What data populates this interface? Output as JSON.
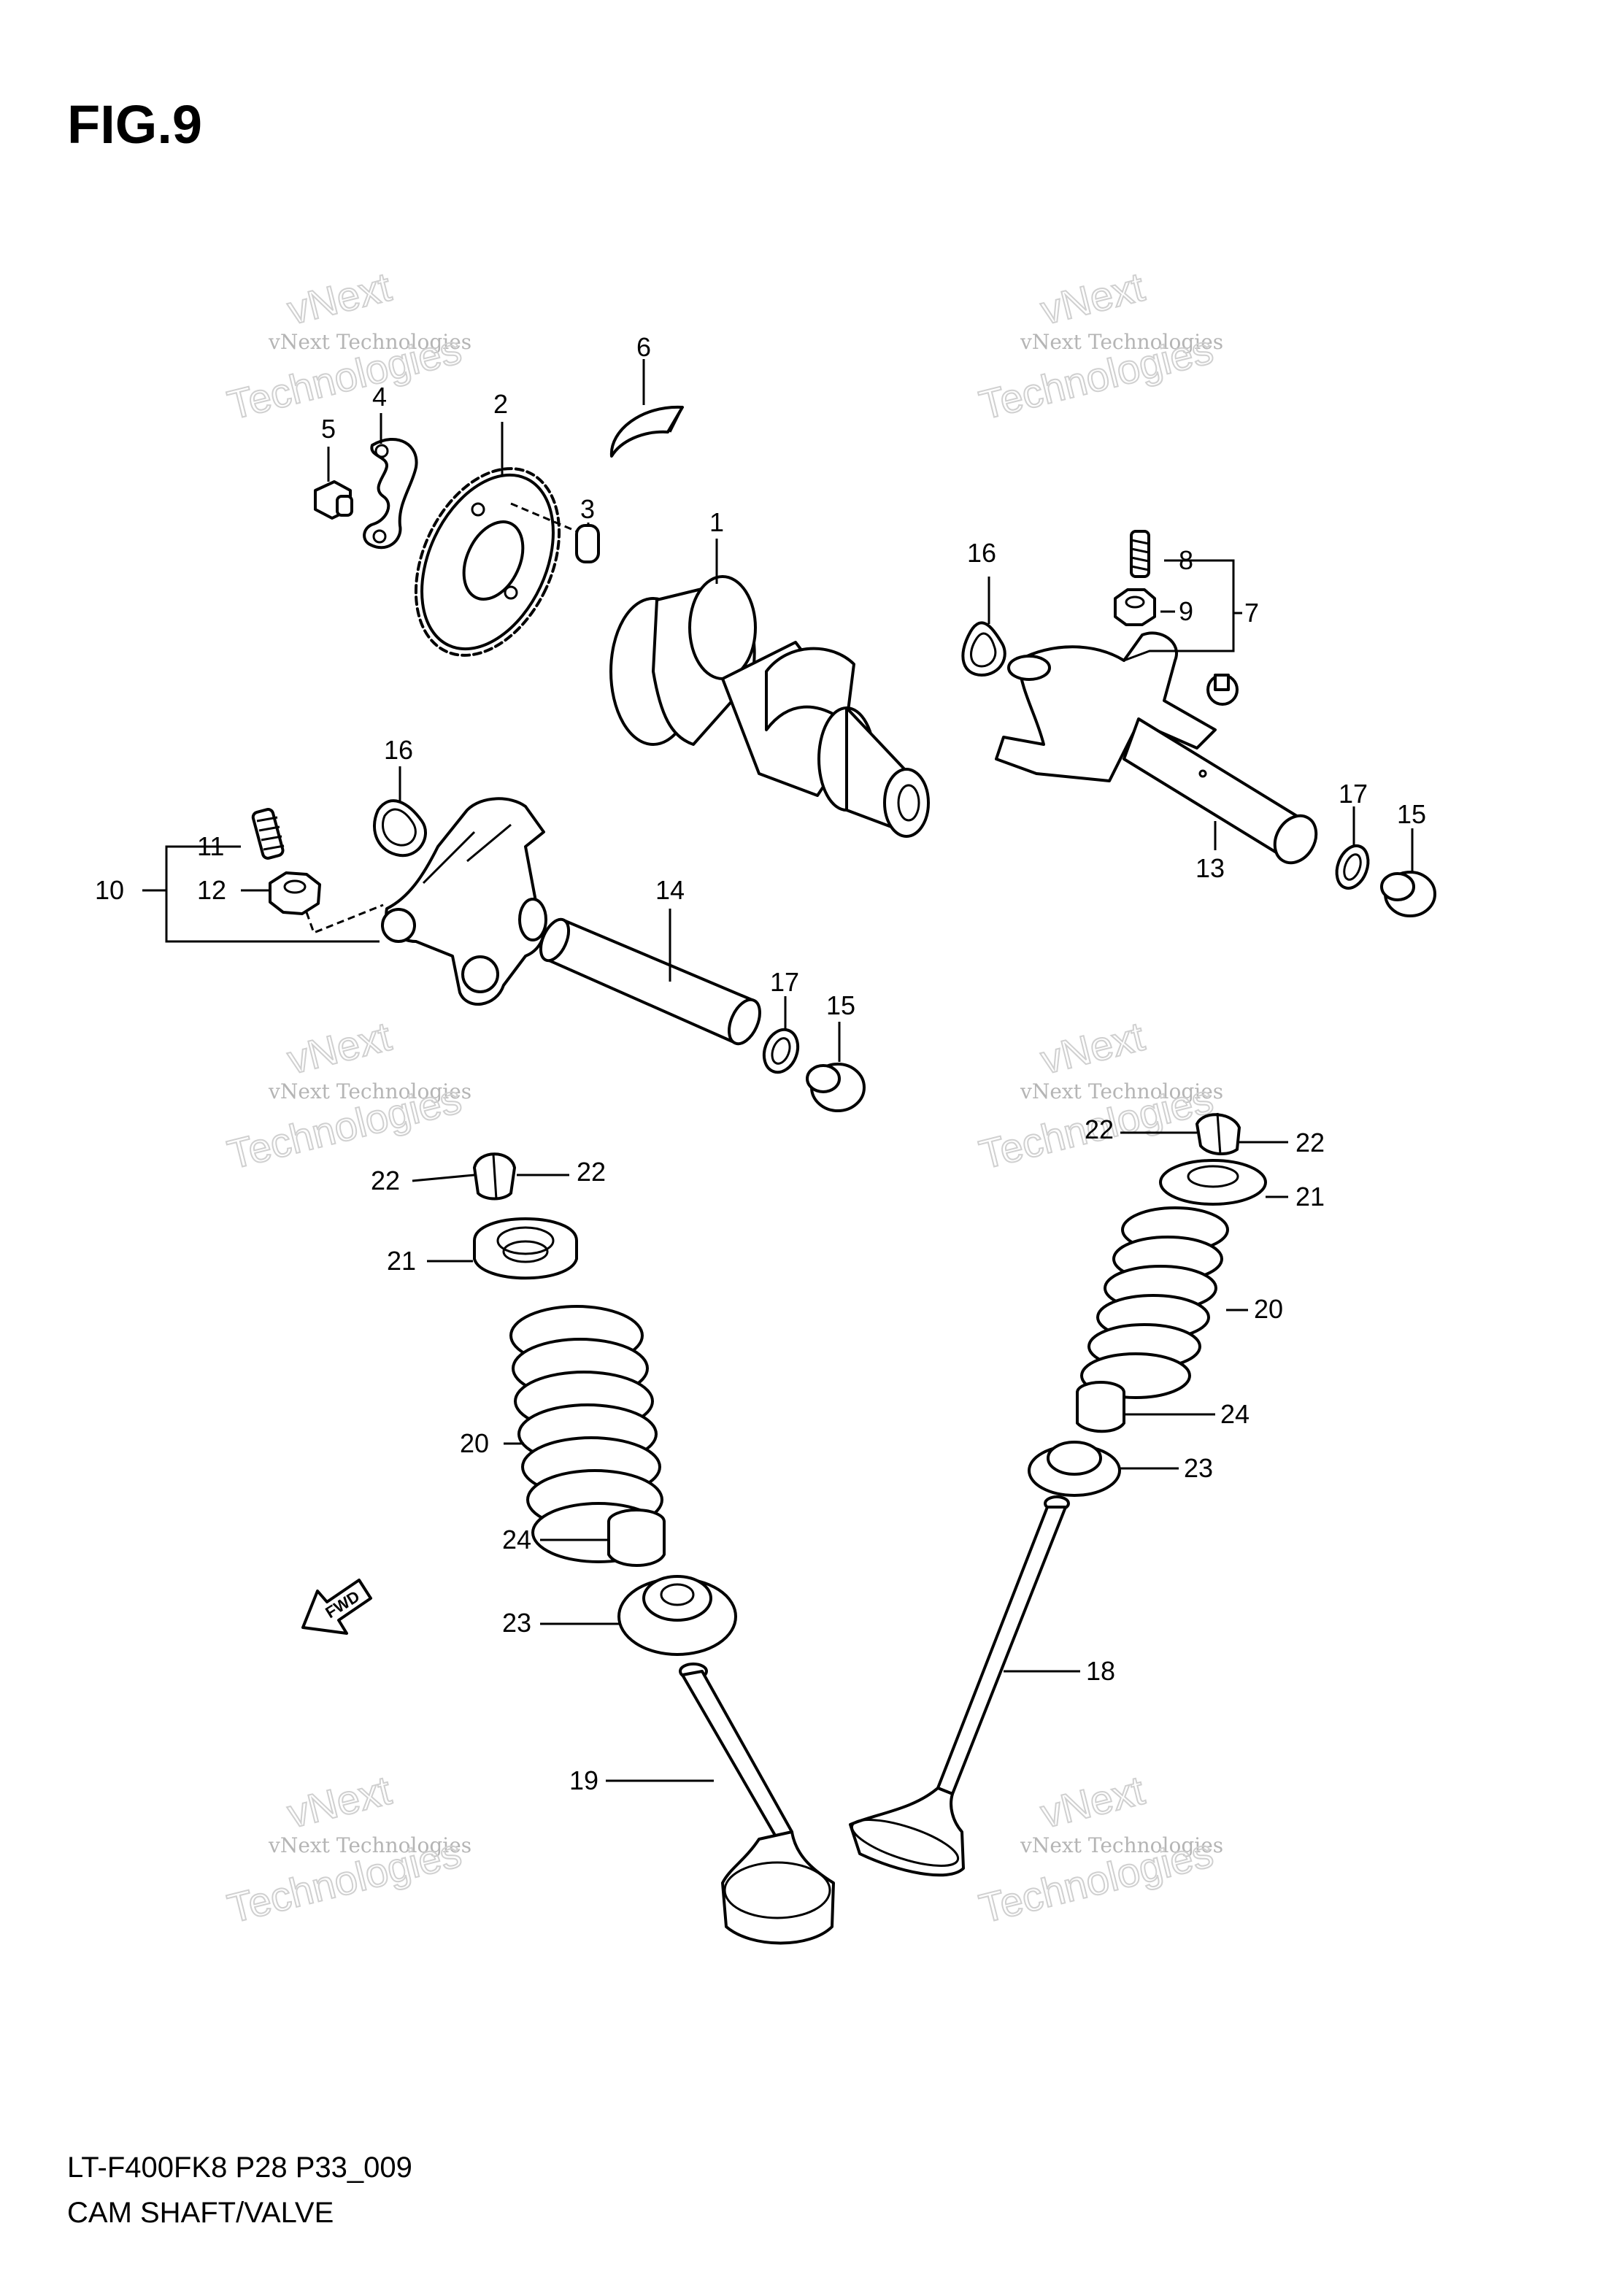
{
  "figure": {
    "title": "FIG.9"
  },
  "footer": {
    "model_code": "LT-F400FK8 P28 P33_009",
    "section_name": "CAM SHAFT/VALVE"
  },
  "watermark": {
    "company": "vNext Technologies",
    "word1": "vNext",
    "word2": "Technologies"
  },
  "fwd_arrow": {
    "label": "FWD"
  },
  "callouts": {
    "c1": "1",
    "c2": "2",
    "c3": "3",
    "c4": "4",
    "c5": "5",
    "c6": "6",
    "c7": "7",
    "c8": "8",
    "c9": "9",
    "c10": "10",
    "c11": "11",
    "c12": "12",
    "c13": "13",
    "c14": "14",
    "c15": "15",
    "c16": "16",
    "c17": "17",
    "c18": "18",
    "c19": "19",
    "c20": "20",
    "c21": "21",
    "c22": "22",
    "c23": "23",
    "c24": "24"
  }
}
